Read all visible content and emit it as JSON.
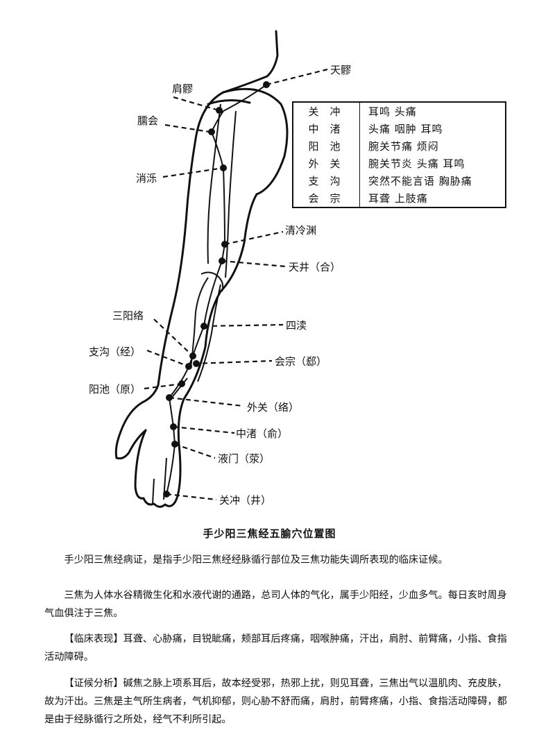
{
  "points": {
    "tianliao": "天髎",
    "jianliao": "肩髎",
    "naohui": "臑会",
    "xiaoluo": "消泺",
    "qinglengyuan": "清冷渊",
    "tianjing": "天井（合）",
    "sidu": "四渎",
    "sanyangluo": "三阳络",
    "zhigou": "支沟（经）",
    "huizong": "会宗（郄）",
    "yangchi": "阳池（原）",
    "waiguan": "外关（络）",
    "zhongzhu": "中渚（俞）",
    "yemen": "液门（荥）",
    "guanchong": "关冲（井）"
  },
  "table": [
    {
      "name": "关冲",
      "symptoms": "耳鸣  头痛"
    },
    {
      "name": "中渚",
      "symptoms": "头痛  咽肿  耳鸣"
    },
    {
      "name": "阳池",
      "symptoms": "腕关节痛  烦闷"
    },
    {
      "name": "外关",
      "symptoms": "腕关节炎  头痛  耳鸣"
    },
    {
      "name": "支沟",
      "symptoms": "突然不能言语  胸胁痛"
    },
    {
      "name": "会宗",
      "symptoms": "耳聋  上肢痛"
    }
  ],
  "caption": "手少阳三焦经五腧穴位置图",
  "paragraphs": [
    "手少阳三焦经病证，是指手少阳三焦经经脉循行部位及三焦功能失调所表现的临床证候。",
    "三焦为人体水谷精微生化和水液代谢的通路，总司人体的气化，属手少阳经，少血多气。每日亥时周身气血俱注于三焦。",
    "【临床表现】耳聋、心胁痛，目锐眦痛，颊部耳后疼痛，咽喉肿痛，汗出，肩肘、前臂痛，小指、食指活动障碍。",
    "【证候分析】碱焦之脉上项系耳后，故本经受邪，热邪上扰，则见耳聋，三焦出气以温肌肉、充皮肤，故为汗出。三焦是主气所生病者，气机抑郁，则心胁不舒而痛，肩肘，前臂疼痛，小指、食指活动障碍，都是由于经脉循行之所处，经气不利所引起。"
  ]
}
